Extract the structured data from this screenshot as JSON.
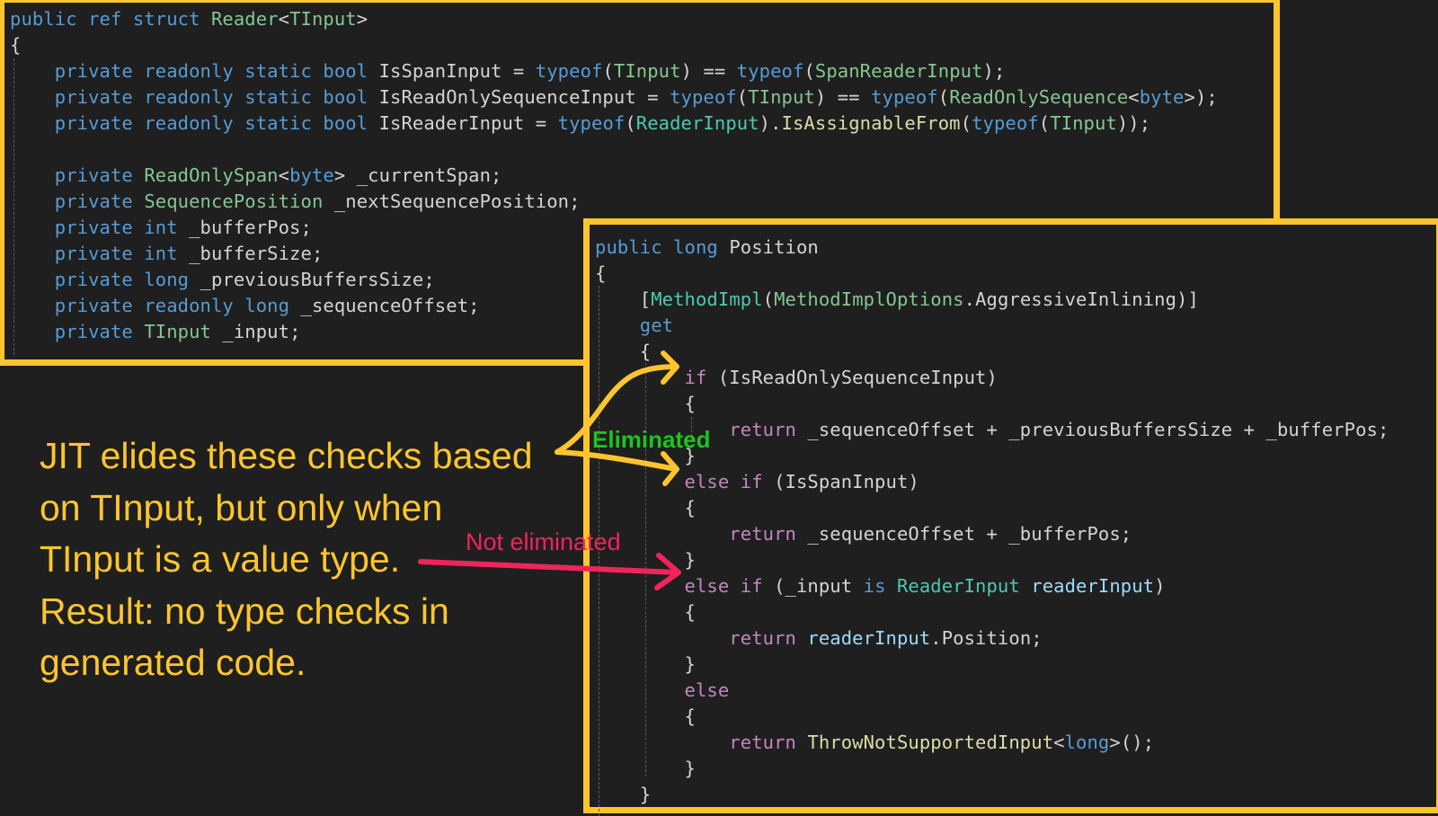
{
  "top_panel": {
    "lines": [
      [
        {
          "t": "public ref struct ",
          "c": "kw"
        },
        {
          "t": "Reader",
          "c": "ty2"
        },
        {
          "t": "<",
          "c": ""
        },
        {
          "t": "TInput",
          "c": "ty2"
        },
        {
          "t": ">",
          "c": ""
        }
      ],
      [
        {
          "t": "{",
          "c": ""
        }
      ],
      [
        {
          "t": "    private readonly static bool ",
          "c": "kw"
        },
        {
          "t": "IsSpanInput = ",
          "c": ""
        },
        {
          "t": "typeof",
          "c": "kw"
        },
        {
          "t": "(",
          "c": ""
        },
        {
          "t": "TInput",
          "c": "ty2"
        },
        {
          "t": ") == ",
          "c": ""
        },
        {
          "t": "typeof",
          "c": "kw"
        },
        {
          "t": "(",
          "c": ""
        },
        {
          "t": "SpanReaderInput",
          "c": "ty2"
        },
        {
          "t": ");",
          "c": ""
        }
      ],
      [
        {
          "t": "    private readonly static bool ",
          "c": "kw"
        },
        {
          "t": "IsReadOnlySequenceInput = ",
          "c": ""
        },
        {
          "t": "typeof",
          "c": "kw"
        },
        {
          "t": "(",
          "c": ""
        },
        {
          "t": "TInput",
          "c": "ty2"
        },
        {
          "t": ") == ",
          "c": ""
        },
        {
          "t": "typeof",
          "c": "kw"
        },
        {
          "t": "(",
          "c": ""
        },
        {
          "t": "ReadOnlySequence",
          "c": "ty2"
        },
        {
          "t": "<",
          "c": ""
        },
        {
          "t": "byte",
          "c": "kw"
        },
        {
          "t": ">);",
          "c": ""
        }
      ],
      [
        {
          "t": "    private readonly static bool ",
          "c": "kw"
        },
        {
          "t": "IsReaderInput = ",
          "c": ""
        },
        {
          "t": "typeof",
          "c": "kw"
        },
        {
          "t": "(",
          "c": ""
        },
        {
          "t": "ReaderInput",
          "c": "ty"
        },
        {
          "t": ").",
          "c": ""
        },
        {
          "t": "IsAssignableFrom",
          "c": "fn"
        },
        {
          "t": "(",
          "c": ""
        },
        {
          "t": "typeof",
          "c": "kw"
        },
        {
          "t": "(",
          "c": ""
        },
        {
          "t": "TInput",
          "c": "ty2"
        },
        {
          "t": "));",
          "c": ""
        }
      ],
      [
        {
          "t": " ",
          "c": ""
        }
      ],
      [
        {
          "t": "    private ",
          "c": "kw"
        },
        {
          "t": "ReadOnlySpan",
          "c": "ty2"
        },
        {
          "t": "<",
          "c": ""
        },
        {
          "t": "byte",
          "c": "kw"
        },
        {
          "t": "> _currentSpan;",
          "c": ""
        }
      ],
      [
        {
          "t": "    private ",
          "c": "kw"
        },
        {
          "t": "SequencePosition",
          "c": "ty2"
        },
        {
          "t": " _nextSequencePosition;",
          "c": ""
        }
      ],
      [
        {
          "t": "    private int ",
          "c": "kw"
        },
        {
          "t": "_bufferPos;",
          "c": ""
        }
      ],
      [
        {
          "t": "    private int ",
          "c": "kw"
        },
        {
          "t": "_bufferSize;",
          "c": ""
        }
      ],
      [
        {
          "t": "    private long ",
          "c": "kw"
        },
        {
          "t": "_previousBuffersSize;",
          "c": ""
        }
      ],
      [
        {
          "t": "    private readonly long ",
          "c": "kw"
        },
        {
          "t": "_sequenceOffset;",
          "c": ""
        }
      ],
      [
        {
          "t": "    private ",
          "c": "kw"
        },
        {
          "t": "TInput",
          "c": "ty2"
        },
        {
          "t": " _input;",
          "c": ""
        }
      ]
    ]
  },
  "bottom_panel": {
    "lines": [
      [
        {
          "t": "public long ",
          "c": "kw"
        },
        {
          "t": "Position",
          "c": ""
        }
      ],
      [
        {
          "t": "{",
          "c": ""
        }
      ],
      [
        {
          "t": "    [",
          "c": ""
        },
        {
          "t": "MethodImpl",
          "c": "ty"
        },
        {
          "t": "(",
          "c": ""
        },
        {
          "t": "MethodImplOptions",
          "c": "ty2"
        },
        {
          "t": ".",
          "c": ""
        },
        {
          "t": "AggressiveInlining",
          "c": ""
        },
        {
          "t": ")]",
          "c": ""
        }
      ],
      [
        {
          "t": "    get",
          "c": "kw"
        }
      ],
      [
        {
          "t": "    {",
          "c": ""
        }
      ],
      [
        {
          "t": "        if",
          "c": "ctl"
        },
        {
          "t": " (IsReadOnlySequenceInput)",
          "c": ""
        }
      ],
      [
        {
          "t": "        {",
          "c": ""
        }
      ],
      [
        {
          "t": "            return",
          "c": "ctl"
        },
        {
          "t": " _sequenceOffset + _previousBuffersSize + _bufferPos;",
          "c": ""
        }
      ],
      [
        {
          "t": "        }",
          "c": ""
        }
      ],
      [
        {
          "t": "        else if",
          "c": "ctl"
        },
        {
          "t": " (IsSpanInput)",
          "c": ""
        }
      ],
      [
        {
          "t": "        {",
          "c": ""
        }
      ],
      [
        {
          "t": "            return",
          "c": "ctl"
        },
        {
          "t": " _sequenceOffset + _bufferPos;",
          "c": ""
        }
      ],
      [
        {
          "t": "        }",
          "c": ""
        }
      ],
      [
        {
          "t": "        else if",
          "c": "ctl"
        },
        {
          "t": " (_input ",
          "c": ""
        },
        {
          "t": "is ",
          "c": "kw"
        },
        {
          "t": "ReaderInput ",
          "c": "ty"
        },
        {
          "t": "readerInput",
          "c": "var"
        },
        {
          "t": ")",
          "c": ""
        }
      ],
      [
        {
          "t": "        {",
          "c": ""
        }
      ],
      [
        {
          "t": "            return ",
          "c": "ctl"
        },
        {
          "t": "readerInput",
          "c": "var"
        },
        {
          "t": ".Position;",
          "c": ""
        }
      ],
      [
        {
          "t": "        }",
          "c": ""
        }
      ],
      [
        {
          "t": "        else",
          "c": "ctl"
        }
      ],
      [
        {
          "t": "        {",
          "c": ""
        }
      ],
      [
        {
          "t": "            return ",
          "c": "ctl"
        },
        {
          "t": "ThrowNotSupportedInput",
          "c": "fn"
        },
        {
          "t": "<",
          "c": ""
        },
        {
          "t": "long",
          "c": "kw"
        },
        {
          "t": ">();",
          "c": ""
        }
      ],
      [
        {
          "t": "        }",
          "c": ""
        }
      ],
      [
        {
          "t": "    }",
          "c": ""
        }
      ]
    ]
  },
  "annotation": {
    "lines": [
      "JIT elides these checks based",
      "on TInput, but only when",
      "TInput is a value type.",
      "Result: no type checks in",
      "generated code."
    ],
    "eliminated_label": "Eliminated",
    "not_eliminated_label": "Not eliminated"
  },
  "colors": {
    "background": "#1f1f1f",
    "frame": "#fdc52d",
    "eliminated": "#1ec41e",
    "not_eliminated": "#f0245c"
  }
}
